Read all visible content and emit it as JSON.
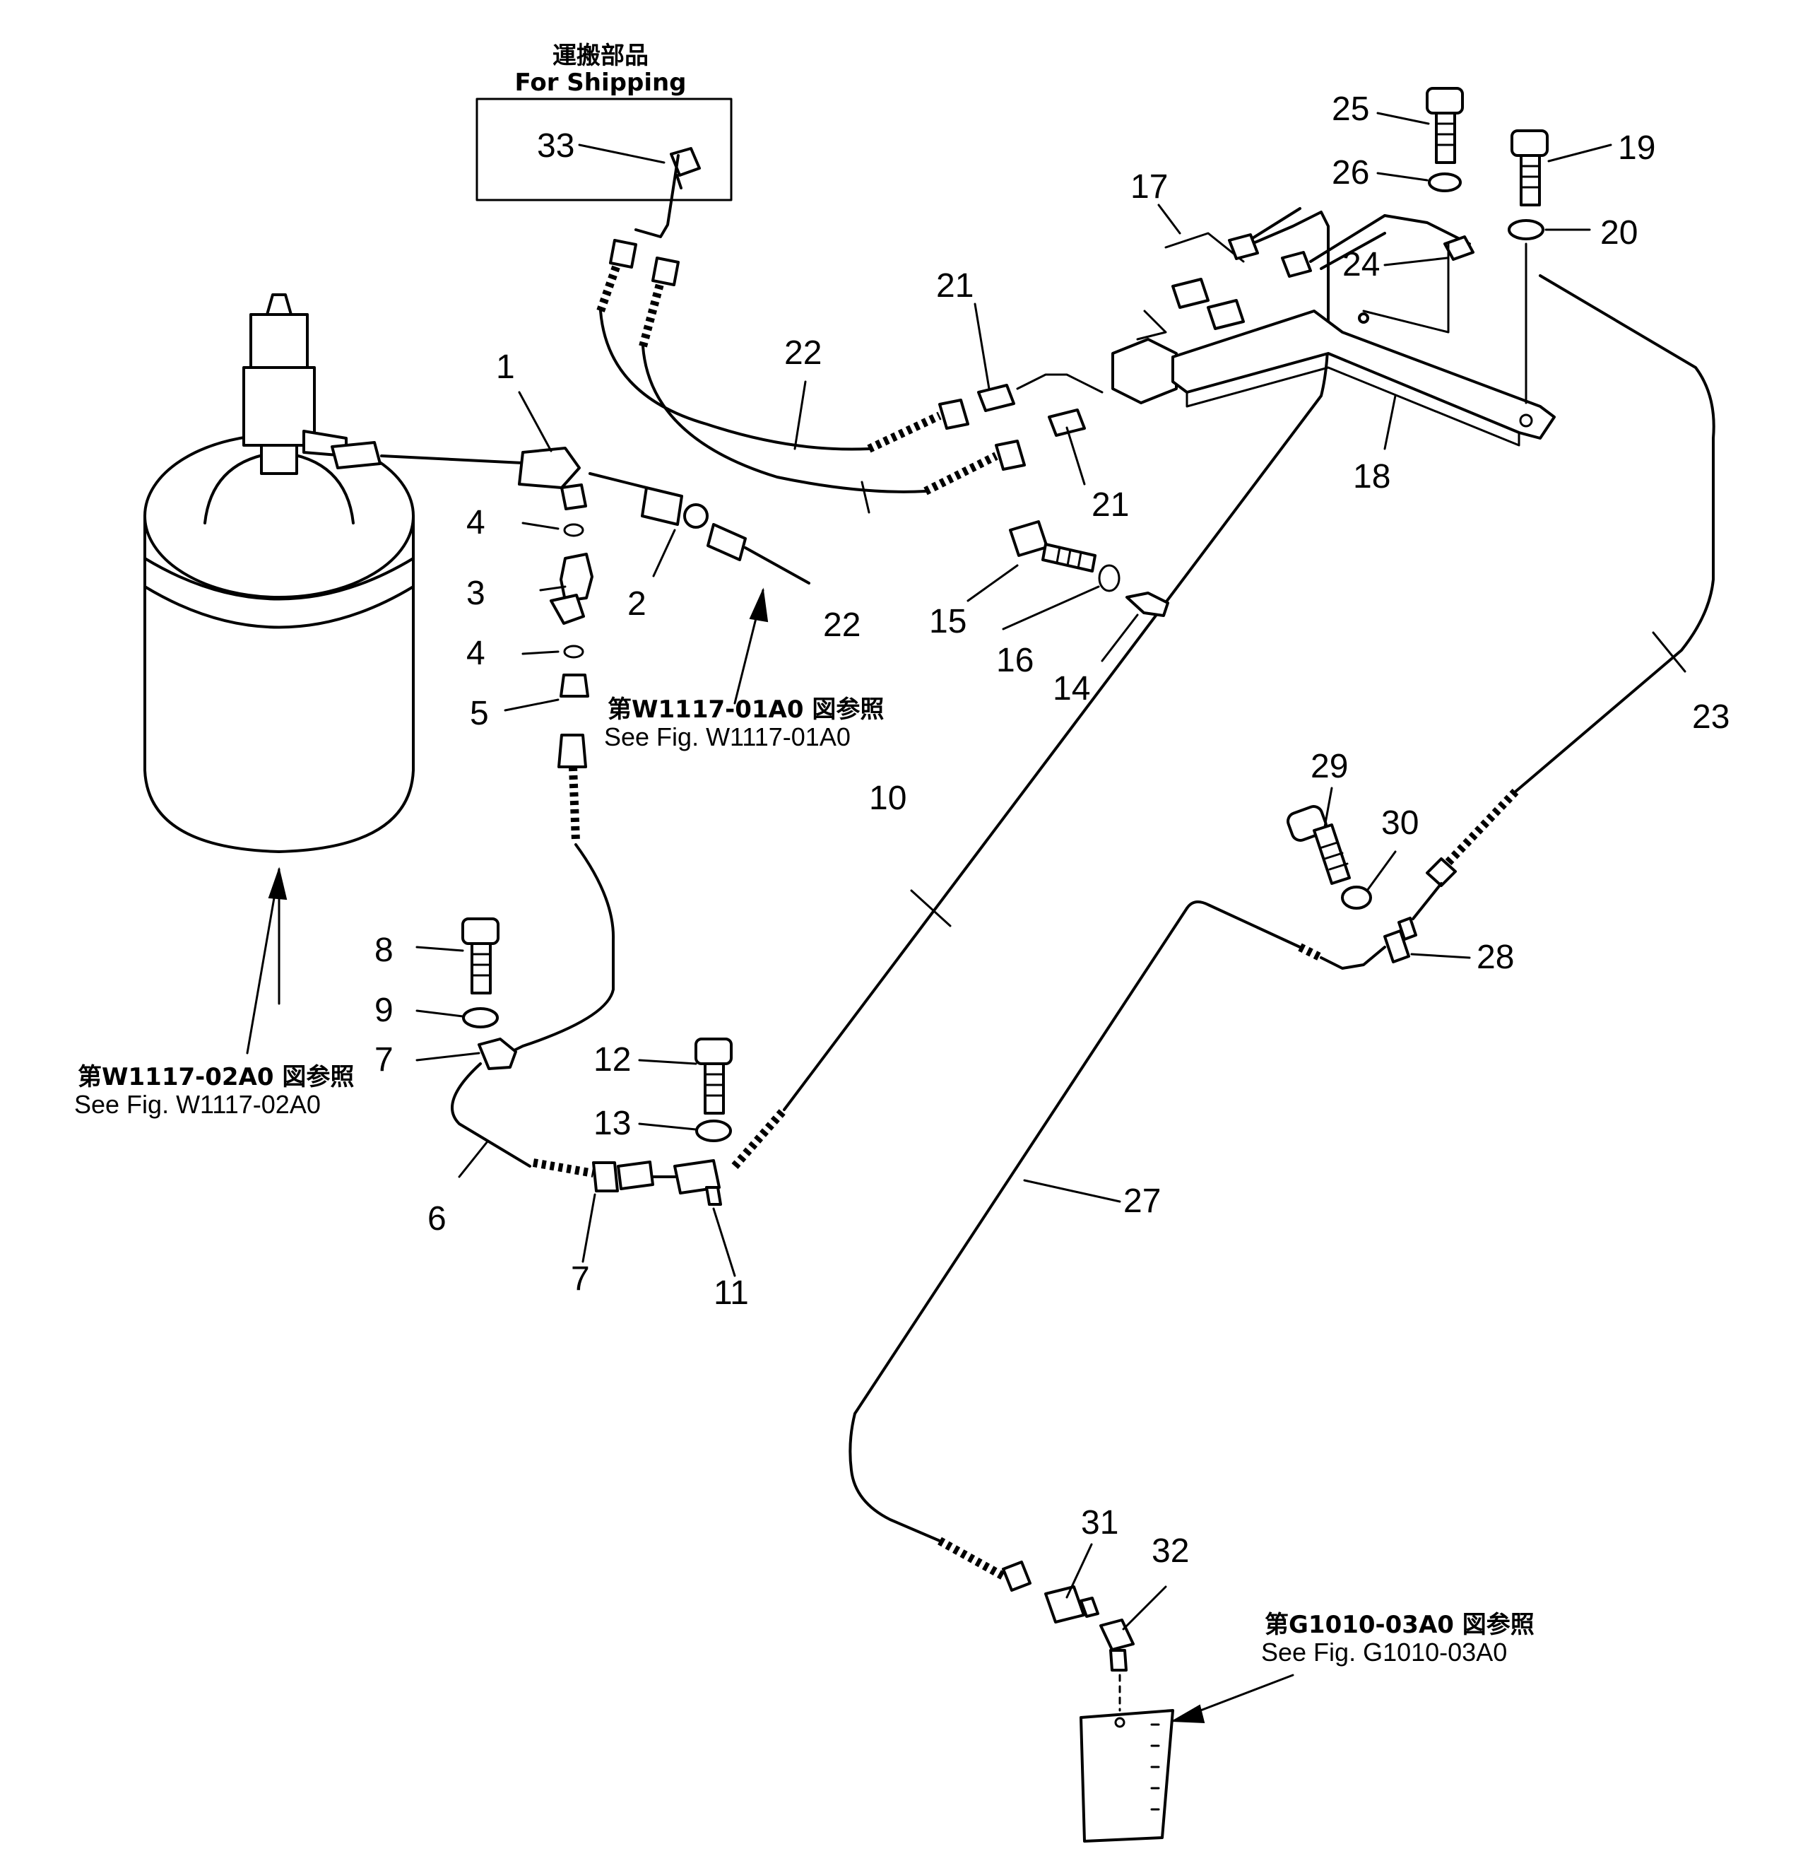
{
  "shipping_box": {
    "title_jp": "運搬部品",
    "title_en": "For Shipping"
  },
  "references": [
    {
      "jp": "第W1117-02A0 図参照",
      "en": "See Fig. W1117-02A0"
    },
    {
      "jp": "第W1117-01A0 図参照",
      "en": "See Fig. W1117-01A0"
    },
    {
      "jp": "第G1010-03A0 図参照",
      "en": "See Fig. G1010-03A0"
    }
  ],
  "callouts": [
    "1",
    "2",
    "3",
    "4",
    "4",
    "5",
    "6",
    "7",
    "7",
    "8",
    "9",
    "10",
    "11",
    "12",
    "13",
    "14",
    "15",
    "16",
    "17",
    "18",
    "19",
    "20",
    "21",
    "21",
    "22",
    "22",
    "23",
    "24",
    "25",
    "26",
    "27",
    "28",
    "29",
    "30",
    "31",
    "32",
    "33"
  ]
}
